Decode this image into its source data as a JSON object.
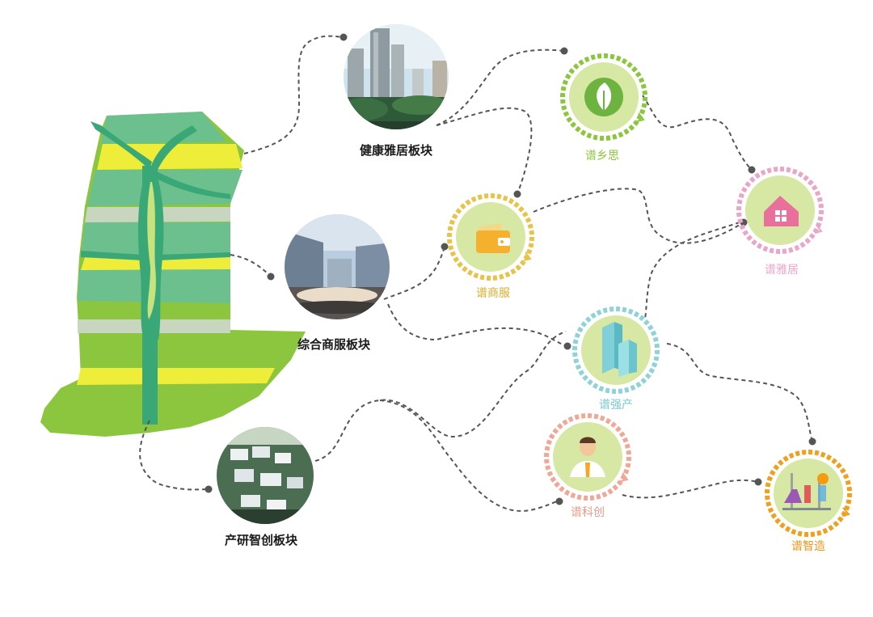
{
  "blocks": [
    {
      "id": "health",
      "label": "健康雅居板块"
    },
    {
      "id": "commerce",
      "label": "综合商服板块"
    },
    {
      "id": "research",
      "label": "产研智创板块"
    }
  ],
  "nodes": [
    {
      "id": "xiangsi",
      "label": "谱乡思",
      "color": "#8cc63f",
      "icon": "leaf-icon"
    },
    {
      "id": "shangfu",
      "label": "谱商服",
      "color": "#e8c34a",
      "icon": "wallet-icon"
    },
    {
      "id": "yaju",
      "label": "谱雅居",
      "color": "#e8a6c8",
      "icon": "house-icon"
    },
    {
      "id": "qiangchan",
      "label": "谱强产",
      "color": "#8fd3d8",
      "icon": "buildings-icon"
    },
    {
      "id": "kechuang",
      "label": "谱科创",
      "color": "#f0a896",
      "icon": "person-icon"
    },
    {
      "id": "zhizao",
      "label": "谱智造",
      "color": "#f0a020",
      "icon": "lab-icon"
    }
  ],
  "colors": {
    "node_fill": "#d6e8a4",
    "map_green": "#8cc63f",
    "map_teal": "#6cc08e",
    "map_yellow": "#eeee3a",
    "map_grey": "#c8d6c0",
    "river": "#3aa876",
    "dash": "#555555"
  }
}
